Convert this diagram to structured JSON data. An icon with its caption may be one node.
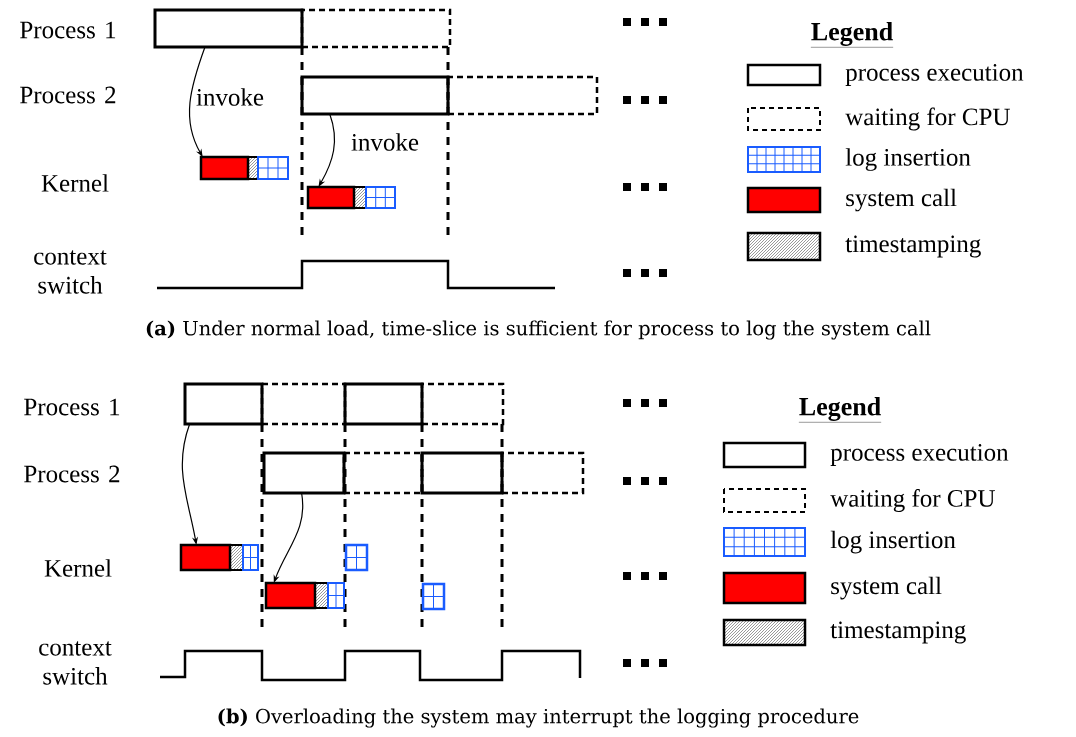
{
  "diagram": {
    "nodes": [
      {
        "text": [],
        "shape": "bar"
      },
      {
        "text": [],
        "shape": "bar"
      },
      {
        "text": [],
        "shape": "bar"
      },
      {
        "text": [],
        "shape": "bar"
      },
      {
        "text": [],
        "shape": "bar"
      },
      {
        "text": [],
        "shape": "bar"
      },
      {
        "text": [],
        "shape": "bar"
      },
      {
        "text": [],
        "shape": "bar"
      },
      {
        "text": [],
        "shape": "bar"
      },
      {
        "text": [],
        "shape": "bar"
      },
      {
        "text": [],
        "shape": "bar"
      },
      {
        "text": [],
        "shape": "bar"
      },
      {
        "text": [],
        "shape": "bar"
      },
      {
        "text": [],
        "shape": "bar"
      },
      {
        "text": [],
        "shape": "bar"
      },
      {
        "text": [],
        "shape": "bar"
      },
      {
        "text": [],
        "shape": "bar"
      },
      {
        "text": [],
        "shape": "bar"
      }
    ],
    "edges": [
      {
        "from": 0,
        "to": 4,
        "arrow": "to",
        "label": "invoke"
      },
      {
        "from": 2,
        "to": 5,
        "arrow": "to",
        "label": "invoke"
      },
      {
        "from": 6,
        "to": 14,
        "arrow": "to"
      },
      {
        "from": 10,
        "to": 15,
        "arrow": "to"
      }
    ],
    "labels": [
      "Process 1",
      "Legend",
      "Process 2",
      "Kernel",
      "context switch",
      "**(a)** Under normal load, time-slice is sufficient for process to log the system call",
      "Process 1",
      "Legend",
      "Process 2",
      "Kernel",
      "context switch",
      "**(b)** Overloading the system may interrupt the logging procedure"
    ],
    "legend": [
      {
        "text": "process execution"
      },
      {
        "text": "waiting for CPU"
      },
      {
        "text": "log insertion"
      },
      {
        "text": "system call",
        "color": "#ff0000"
      },
      {
        "text": "timestamping"
      },
      {
        "text": "process execution"
      },
      {
        "text": "waiting for CPU"
      },
      {
        "text": "log insertion"
      },
      {
        "text": "system call",
        "color": "#ff0000"
      },
      {
        "text": "timestamping"
      }
    ]
  }
}
